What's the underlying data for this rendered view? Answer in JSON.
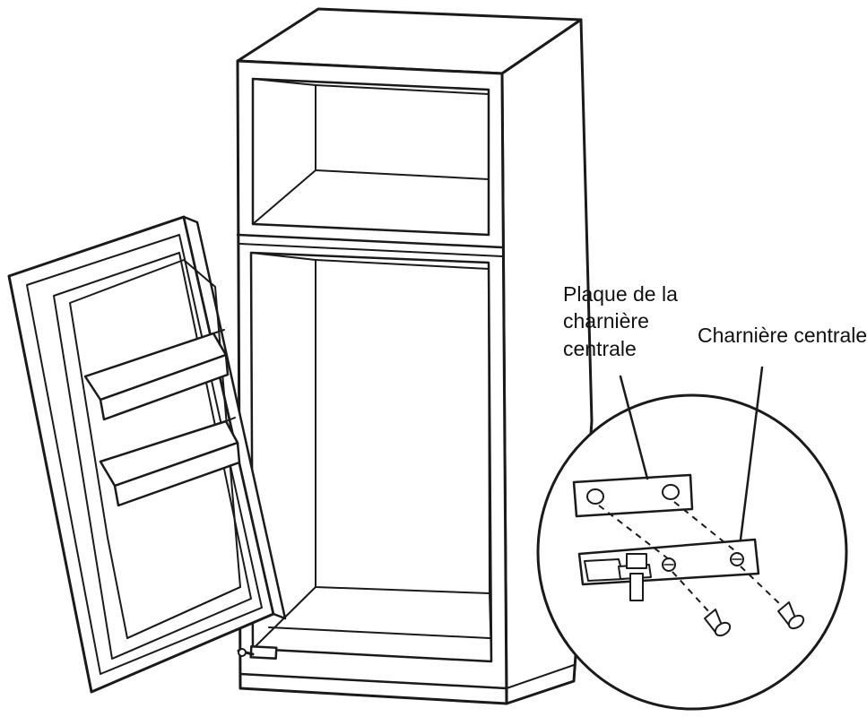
{
  "labels": {
    "plate_line1": "Plaque de la",
    "plate_line2": "charnière",
    "plate_line3": "centrale",
    "hinge": "Charnière centrale"
  },
  "colors": {
    "ink": "#1a1a1a",
    "background": "#ffffff"
  }
}
